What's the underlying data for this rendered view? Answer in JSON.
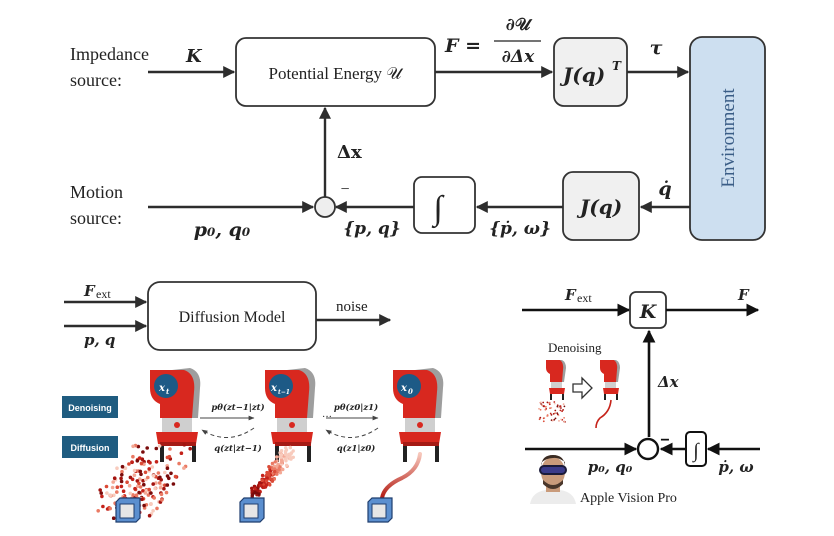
{
  "top_diagram": {
    "impedance_source_label": [
      "Impedance",
      "source:"
    ],
    "motion_source_label": [
      "Motion",
      "source:"
    ],
    "impedance_input": "K",
    "potential_energy_box": "Potential Energy 𝒰",
    "force_eq_lhs": "F =",
    "force_eq_num": "∂𝒰",
    "force_eq_den": "∂Δx",
    "jacobian_transpose_box": "J(q)",
    "jacobian_transpose_sup": "T",
    "tau_label": "τ",
    "environment_box": "Environment",
    "qdot_label": "q̇",
    "jacobian_box": "J(q)",
    "pdot_omega_label": "{ṗ, ω}",
    "integrator_box": "∫",
    "p_q_label": "{p, q}",
    "minus_sign": "−",
    "delta_x_label": "Δx",
    "p0_q0_label": "p₀, q₀"
  },
  "diffusion_panel": {
    "fext_label": "F",
    "fext_sub": "ext",
    "pq_label": "p, q",
    "model_box": "Diffusion Model",
    "noise_label": "noise",
    "tag_denoising": "Denoising",
    "tag_diffusion": "Diffusion",
    "state_xt": "x",
    "state_xt_sub": "t",
    "state_xt1": "x",
    "state_xt1_sub": "t−1",
    "state_x0": "x",
    "state_x0_sub": "0",
    "forward_1": "pθ(zt−1|zt)",
    "backward_1": "q(zt|zt−1)",
    "forward_2": "pθ(z0|z1)",
    "backward_2": "q(z1|z0)",
    "ellipsis": "···"
  },
  "right_panel": {
    "fext_label": "F",
    "fext_sub": "ext",
    "k_box": "K",
    "f_out_label": "F",
    "denoising_label": "Denoising",
    "delta_x_label": "Δx",
    "minus_sign": "−",
    "integrator_box": "∫",
    "p0_q0_label": "p₀, q₀",
    "pdot_omega_label": "ṗ, ω",
    "device_label": "Apple Vision Pro"
  },
  "colors": {
    "environment_fill": "#cddff0",
    "jacobian_fill": "#f0f0f0",
    "tag_fill": "#1f5c80",
    "robot_red": "#d8281f"
  }
}
